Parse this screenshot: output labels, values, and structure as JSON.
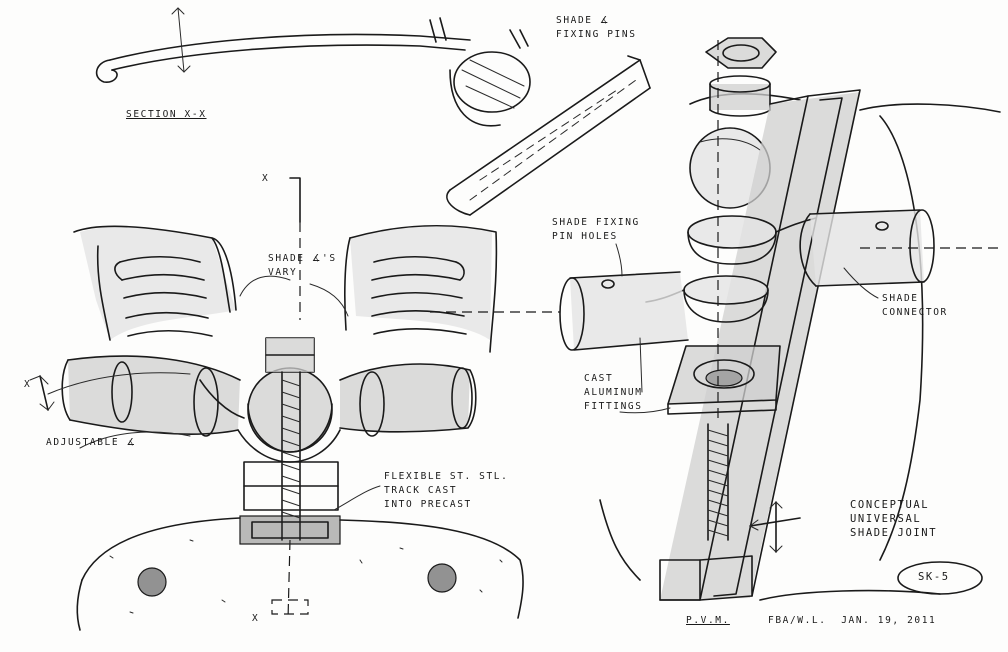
{
  "sketch": {
    "left_view": {
      "section_label": "SECTION X-X",
      "shade_pins_label": "SHADE ∡\nFIXING PINS",
      "shade_angles_label": "SHADE ∡'S\nVARY",
      "adjustable_label": "ADJUSTABLE ∡",
      "track_label": "FLEXIBLE ST. STL.\nTRACK CAST\nINTO PRECAST",
      "section_mark_top": "X",
      "section_mark_bottom": "X",
      "section_mark_side": "X"
    },
    "right_view": {
      "pin_holes_label": "SHADE FIXING\nPIN HOLES",
      "connector_label": "SHADE\nCONNECTOR",
      "fittings_label": "CAST\nALUMINUM\nFITTINGS",
      "concept_label": "CONCEPTUAL\nUNIVERSAL\nSHADE JOINT",
      "view_label": "P.V.M."
    },
    "title_block": {
      "sheet_number": "SK-5",
      "author_date": "FBA/W.L.  JAN. 19, 2011"
    }
  }
}
